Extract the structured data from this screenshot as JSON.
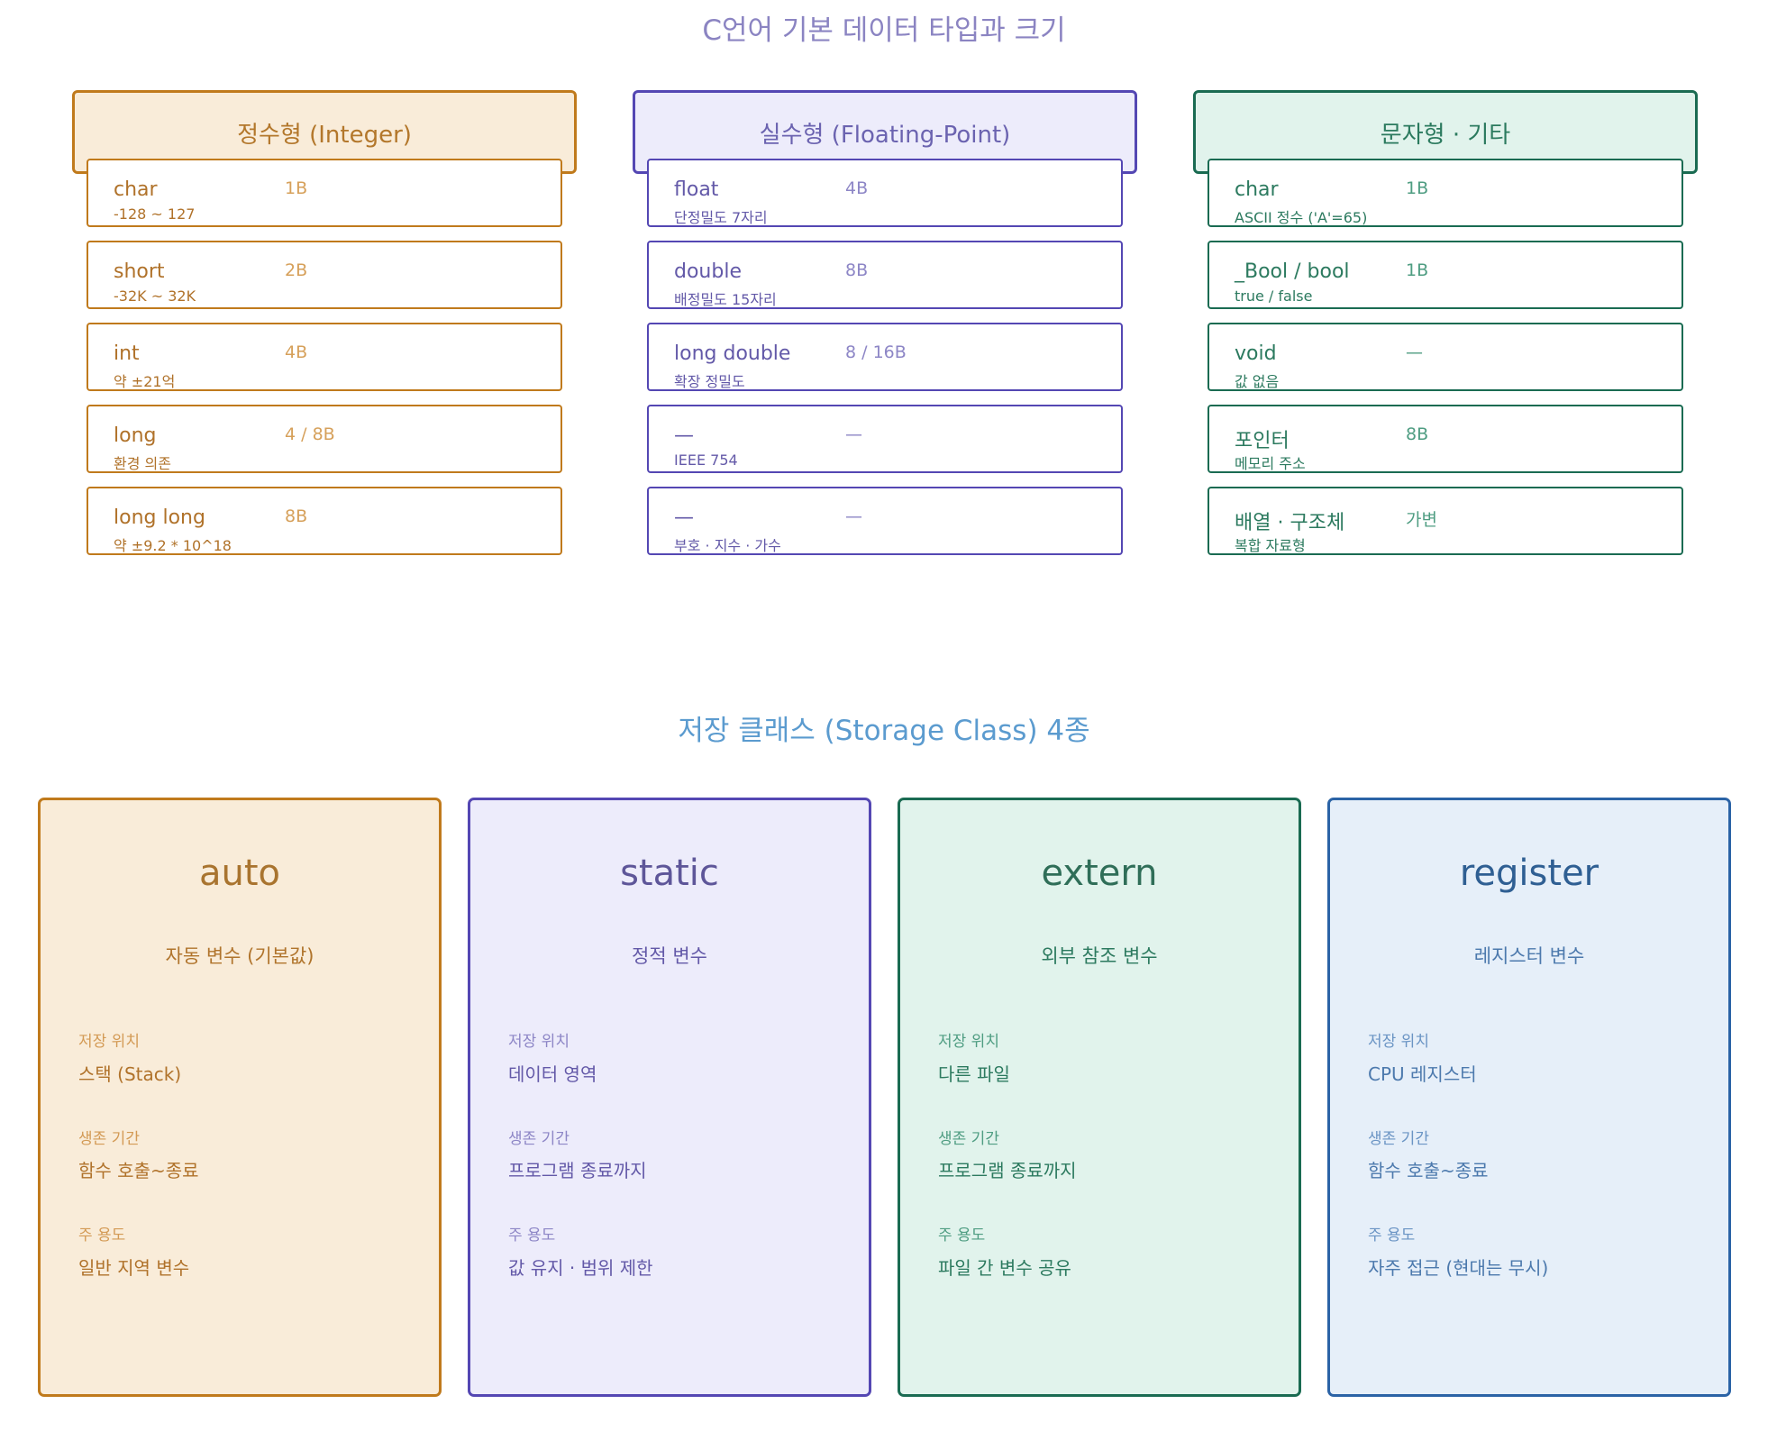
{
  "titles": {
    "types": "C언어 기본 데이터 타입과 크기",
    "storage": "저장 클래스 (Storage Class) 4종"
  },
  "colors": {
    "orange": "#c07a1c",
    "purple": "#5447b3",
    "green": "#1a6b52",
    "blue": "#2b63a6"
  },
  "type_columns": [
    {
      "title": "정수형 (Integer)",
      "items": [
        {
          "name": "char",
          "size": "1B",
          "desc": "-128 ~ 127"
        },
        {
          "name": "short",
          "size": "2B",
          "desc": "-32K ~ 32K"
        },
        {
          "name": "int",
          "size": "4B",
          "desc": "약 ±21억"
        },
        {
          "name": "long",
          "size": "4 / 8B",
          "desc": "환경 의존"
        },
        {
          "name": "long long",
          "size": "8B",
          "desc": "약 ±9.2 * 10^18"
        }
      ]
    },
    {
      "title": "실수형 (Floating-Point)",
      "items": [
        {
          "name": "float",
          "size": "4B",
          "desc": "단정밀도 7자리"
        },
        {
          "name": "double",
          "size": "8B",
          "desc": "배정밀도 15자리"
        },
        {
          "name": "long double",
          "size": "8 / 16B",
          "desc": "확장 정밀도"
        },
        {
          "name": "—",
          "size": "—",
          "desc": "IEEE 754"
        },
        {
          "name": "—",
          "size": "—",
          "desc": "부호 · 지수 · 가수"
        }
      ]
    },
    {
      "title": "문자형 · 기타",
      "items": [
        {
          "name": "char",
          "size": "1B",
          "desc": "ASCII 정수 ('A'=65)"
        },
        {
          "name": "_Bool / bool",
          "size": "1B",
          "desc": "true / false"
        },
        {
          "name": "void",
          "size": "—",
          "desc": "값 없음"
        },
        {
          "name": "포인터",
          "size": "8B",
          "desc": "메모리 주소"
        },
        {
          "name": "배열 · 구조체",
          "size": "가변",
          "desc": "복합 자료형"
        }
      ]
    }
  ],
  "storage_classes": [
    {
      "keyword": "auto",
      "subtitle": "자동 변수 (기본값)",
      "location_label": "저장 위치",
      "location": "스택 (Stack)",
      "lifetime_label": "생존 기간",
      "lifetime": "함수 호출~종료",
      "usage_label": "주 용도",
      "usage": "일반 지역 변수"
    },
    {
      "keyword": "static",
      "subtitle": "정적 변수",
      "location_label": "저장 위치",
      "location": "데이터 영역",
      "lifetime_label": "생존 기간",
      "lifetime": "프로그램 종료까지",
      "usage_label": "주 용도",
      "usage": "값 유지 · 범위 제한"
    },
    {
      "keyword": "extern",
      "subtitle": "외부 참조 변수",
      "location_label": "저장 위치",
      "location": "다른 파일",
      "lifetime_label": "생존 기간",
      "lifetime": "프로그램 종료까지",
      "usage_label": "주 용도",
      "usage": "파일 간 변수 공유"
    },
    {
      "keyword": "register",
      "subtitle": "레지스터 변수",
      "location_label": "저장 위치",
      "location": "CPU 레지스터",
      "lifetime_label": "생존 기간",
      "lifetime": "함수 호출~종료",
      "usage_label": "주 용도",
      "usage": "자주 접근 (현대는 무시)"
    }
  ]
}
